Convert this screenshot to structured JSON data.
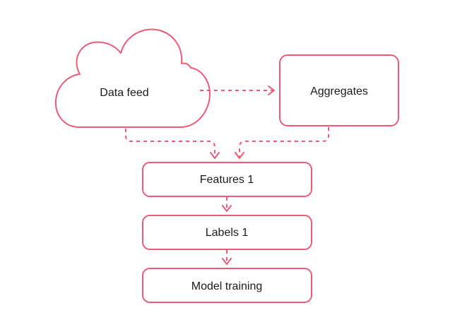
{
  "theme": {
    "stroke": "#f05a78",
    "text": "#1a1a1a",
    "background": "#ffffff"
  },
  "nodes": {
    "data_feed": {
      "label": "Data feed",
      "shape": "cloud"
    },
    "aggregates": {
      "label": "Aggregates",
      "shape": "rounded-rectangle"
    },
    "features": {
      "label": "Features 1",
      "shape": "rounded-rectangle"
    },
    "labels": {
      "label": "Labels 1",
      "shape": "rounded-rectangle"
    },
    "model_training": {
      "label": "Model training",
      "shape": "rounded-rectangle"
    }
  },
  "edges": [
    {
      "from": "Data feed",
      "to": "Aggregates",
      "style": "dashed"
    },
    {
      "from": "Data feed",
      "to": "Features 1",
      "style": "dashed"
    },
    {
      "from": "Aggregates",
      "to": "Features 1",
      "style": "dashed"
    },
    {
      "from": "Features 1",
      "to": "Labels 1",
      "style": "dashed"
    },
    {
      "from": "Labels 1",
      "to": "Model training",
      "style": "dashed"
    }
  ]
}
